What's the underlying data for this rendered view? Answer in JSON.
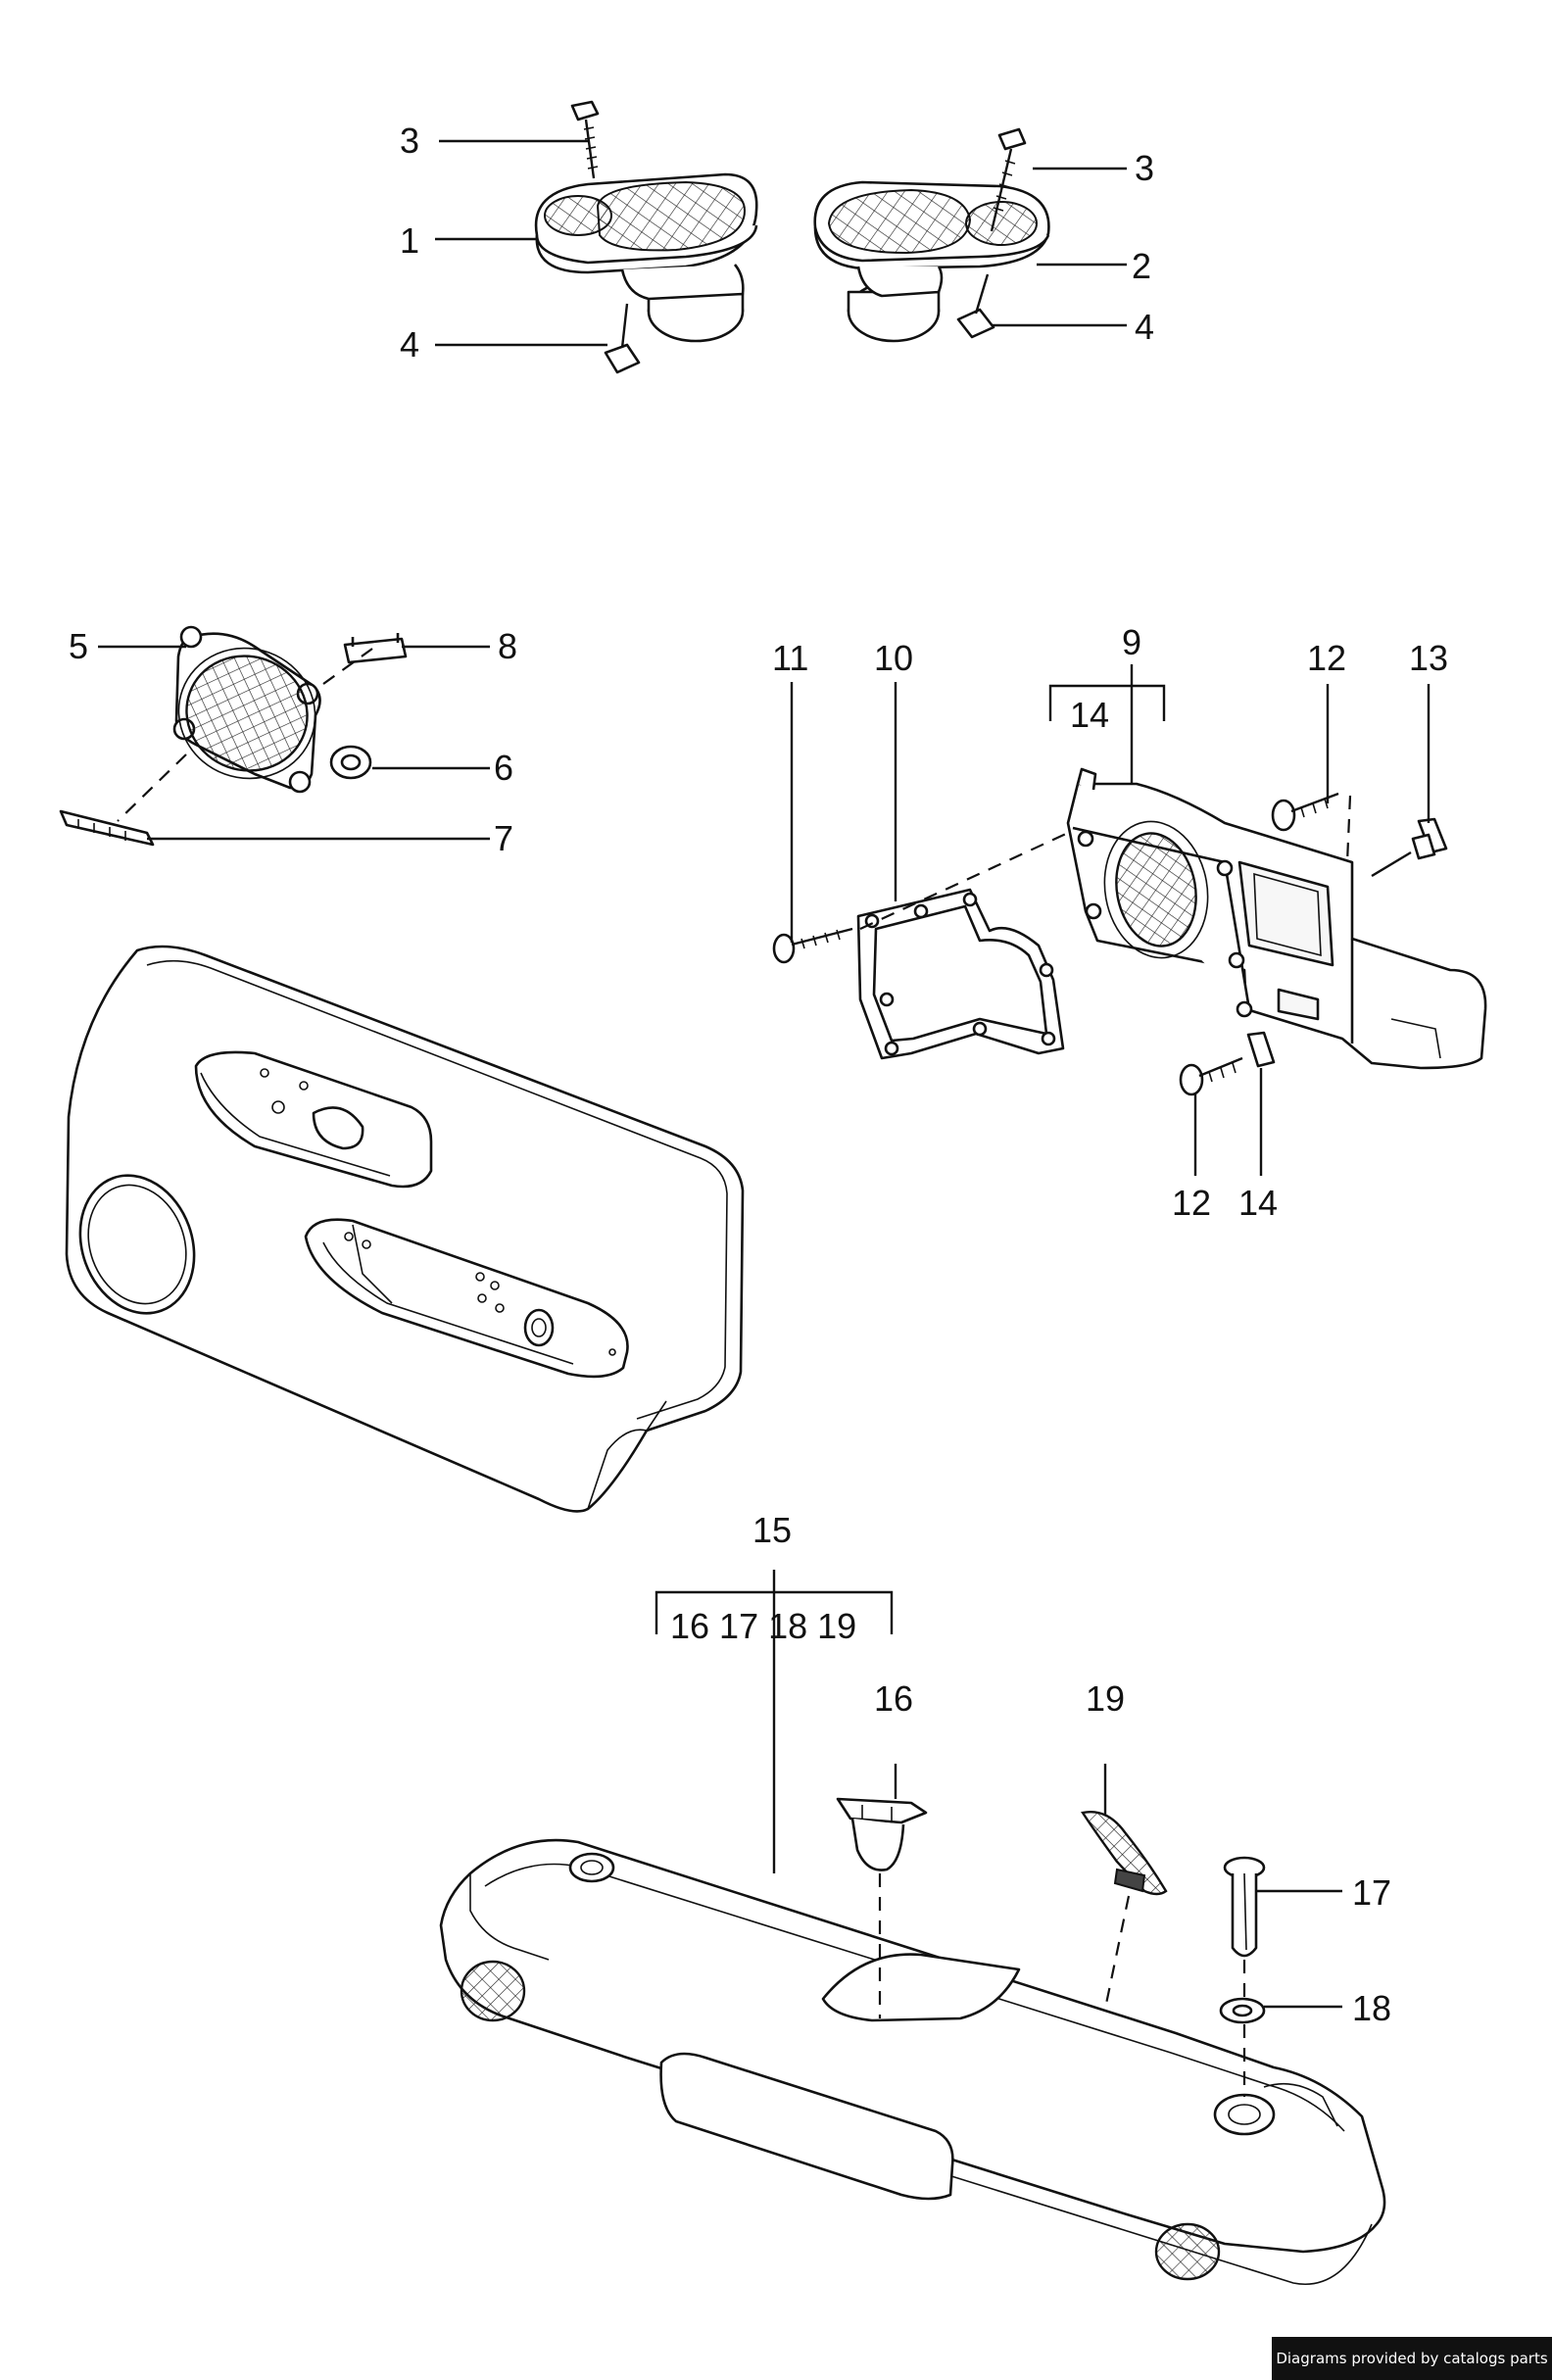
{
  "callouts": {
    "c1": "1",
    "c2": "2",
    "c3a": "3",
    "c3b": "3",
    "c4a": "4",
    "c4b": "4",
    "c5": "5",
    "c6": "6",
    "c7": "7",
    "c8": "8",
    "c9": "9",
    "c9_sub": "14",
    "c10": "10",
    "c11": "11",
    "c12a": "12",
    "c12b": "12",
    "c13": "13",
    "c14": "14",
    "c15": "15",
    "c15_sub": "16 17 18 19",
    "c16": "16",
    "c17": "17",
    "c18": "18",
    "c19": "19"
  },
  "credit": "Diagrams provided by catalogs parts"
}
